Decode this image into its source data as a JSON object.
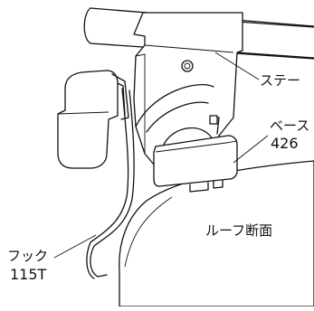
{
  "labels": {
    "stay": "ステー",
    "base": "ベース",
    "base_number": "426",
    "roof_section": "ルーフ断面",
    "hook": "フック",
    "hook_number": "115T"
  }
}
